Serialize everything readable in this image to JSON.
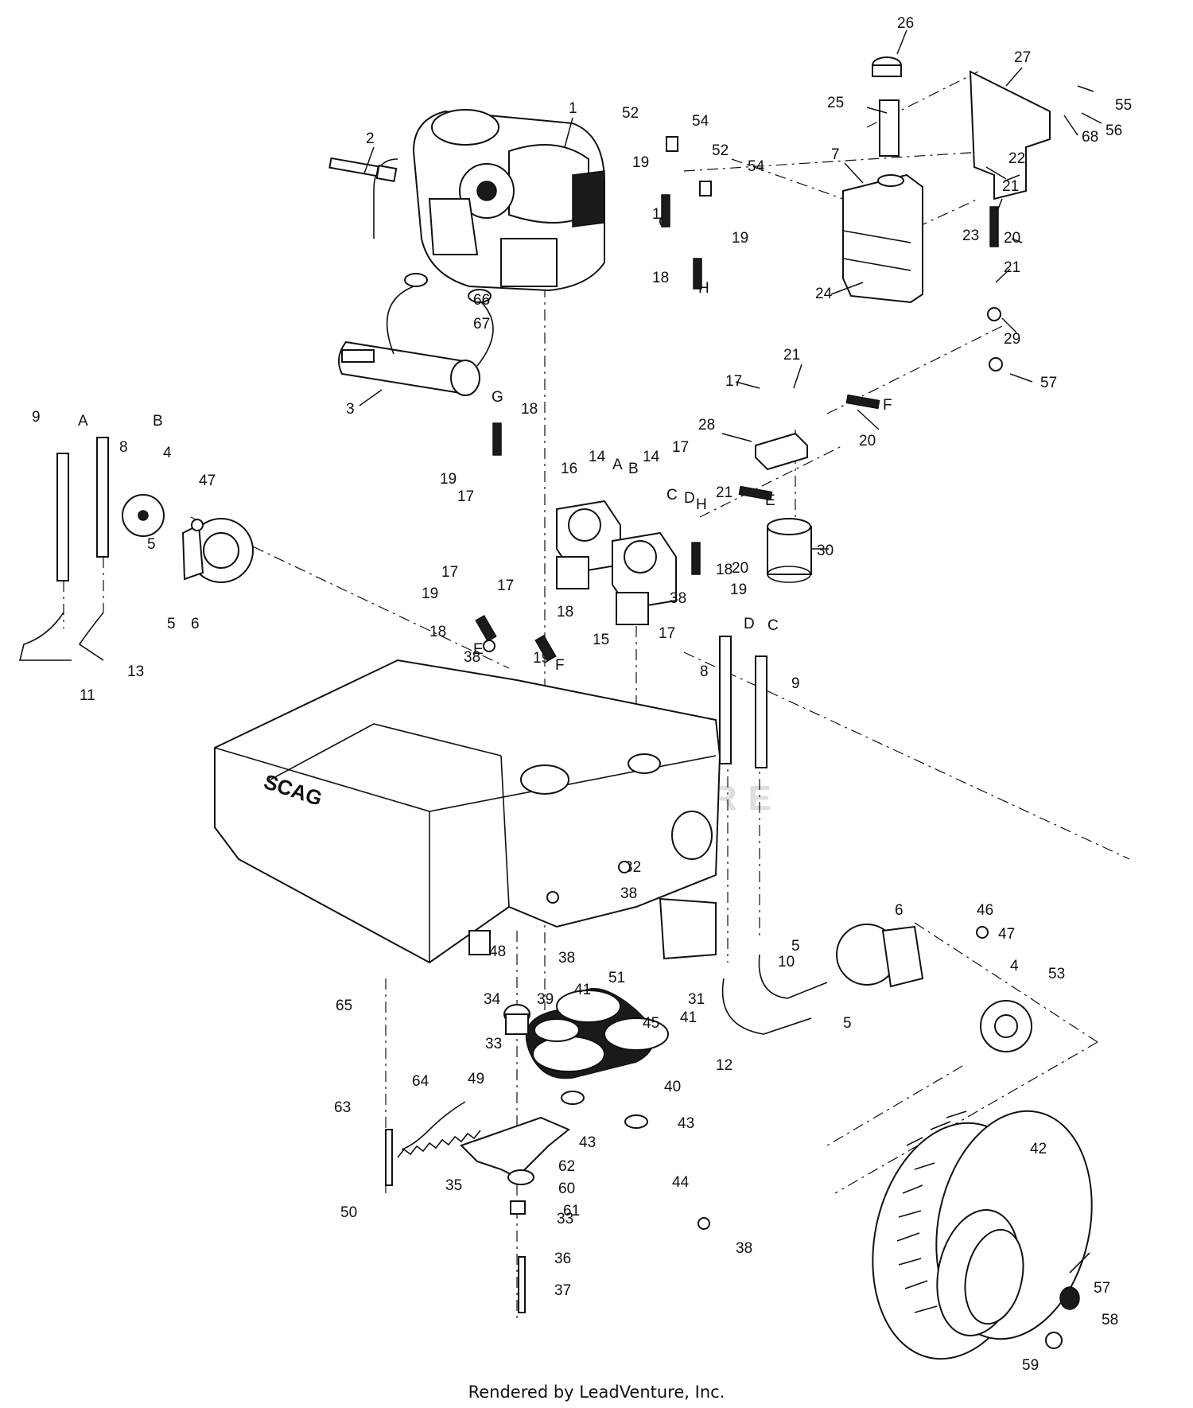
{
  "footer": {
    "credit": "Rendered by LeadVenture, Inc."
  },
  "frame": {
    "brand": "SCAG"
  },
  "watermark": {
    "text": "LEADVENTURE"
  },
  "callouts": [
    {
      "label": "1"
    },
    {
      "label": "2"
    },
    {
      "label": "3"
    },
    {
      "label": "4"
    },
    {
      "label": "4"
    },
    {
      "label": "5"
    },
    {
      "label": "5"
    },
    {
      "label": "5"
    },
    {
      "label": "5"
    },
    {
      "label": "6"
    },
    {
      "label": "6"
    },
    {
      "label": "7"
    },
    {
      "label": "8"
    },
    {
      "label": "8"
    },
    {
      "label": "9"
    },
    {
      "label": "9"
    },
    {
      "label": "10"
    },
    {
      "label": "11"
    },
    {
      "label": "12"
    },
    {
      "label": "13"
    },
    {
      "label": "14"
    },
    {
      "label": "14"
    },
    {
      "label": "15"
    },
    {
      "label": "16"
    },
    {
      "label": "17"
    },
    {
      "label": "17"
    },
    {
      "label": "17"
    },
    {
      "label": "17"
    },
    {
      "label": "17"
    },
    {
      "label": "17"
    },
    {
      "label": "18"
    },
    {
      "label": "18"
    },
    {
      "label": "18"
    },
    {
      "label": "18"
    },
    {
      "label": "18"
    },
    {
      "label": "18"
    },
    {
      "label": "19"
    },
    {
      "label": "19"
    },
    {
      "label": "19"
    },
    {
      "label": "19"
    },
    {
      "label": "19"
    },
    {
      "label": "19"
    },
    {
      "label": "20"
    },
    {
      "label": "20"
    },
    {
      "label": "20"
    },
    {
      "label": "21"
    },
    {
      "label": "21"
    },
    {
      "label": "21"
    },
    {
      "label": "21"
    },
    {
      "label": "22"
    },
    {
      "label": "23"
    },
    {
      "label": "24"
    },
    {
      "label": "25"
    },
    {
      "label": "26"
    },
    {
      "label": "27"
    },
    {
      "label": "28"
    },
    {
      "label": "29"
    },
    {
      "label": "30"
    },
    {
      "label": "31"
    },
    {
      "label": "32"
    },
    {
      "label": "33"
    },
    {
      "label": "33"
    },
    {
      "label": "34"
    },
    {
      "label": "35"
    },
    {
      "label": "36"
    },
    {
      "label": "37"
    },
    {
      "label": "38"
    },
    {
      "label": "38"
    },
    {
      "label": "38"
    },
    {
      "label": "38"
    },
    {
      "label": "38"
    },
    {
      "label": "39"
    },
    {
      "label": "40"
    },
    {
      "label": "41"
    },
    {
      "label": "41"
    },
    {
      "label": "42"
    },
    {
      "label": "43"
    },
    {
      "label": "43"
    },
    {
      "label": "44"
    },
    {
      "label": "45"
    },
    {
      "label": "46"
    },
    {
      "label": "47"
    },
    {
      "label": "47"
    },
    {
      "label": "48"
    },
    {
      "label": "49"
    },
    {
      "label": "50"
    },
    {
      "label": "51"
    },
    {
      "label": "52"
    },
    {
      "label": "52"
    },
    {
      "label": "53"
    },
    {
      "label": "54"
    },
    {
      "label": "54"
    },
    {
      "label": "55"
    },
    {
      "label": "56"
    },
    {
      "label": "57"
    },
    {
      "label": "57"
    },
    {
      "label": "58"
    },
    {
      "label": "59"
    },
    {
      "label": "60"
    },
    {
      "label": "61"
    },
    {
      "label": "62"
    },
    {
      "label": "63"
    },
    {
      "label": "64"
    },
    {
      "label": "65"
    },
    {
      "label": "66"
    },
    {
      "label": "67"
    },
    {
      "label": "68"
    }
  ],
  "connectors": [
    {
      "label": "A"
    },
    {
      "label": "A"
    },
    {
      "label": "B"
    },
    {
      "label": "B"
    },
    {
      "label": "C"
    },
    {
      "label": "C"
    },
    {
      "label": "D"
    },
    {
      "label": "D"
    },
    {
      "label": "E"
    },
    {
      "label": "E"
    },
    {
      "label": "F"
    },
    {
      "label": "F"
    },
    {
      "label": "G"
    },
    {
      "label": "G"
    },
    {
      "label": "H"
    },
    {
      "label": "H"
    }
  ]
}
